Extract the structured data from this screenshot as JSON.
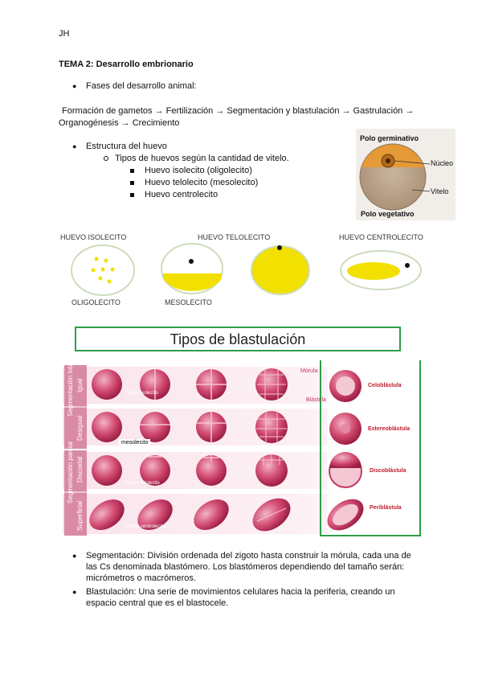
{
  "header": {
    "initials": "JH"
  },
  "topic": {
    "title": "TEMA 2: Desarrollo embrionario"
  },
  "section1": {
    "bullet": "Fases del desarrollo animal:",
    "sequence_line1": "Formación de gametos → Fertilización → Segmentación y blastulación → Gastrulación →",
    "sequence_line2": "Organogénesis → Crecimiento"
  },
  "section2": {
    "bullet": "Estructura del huevo",
    "sub_bullet": "Tipos de huevos según la cantidad de vitelo.",
    "items": [
      "Huevo isolecito (oligolecito)",
      "Huevo telolecito (mesolecito)",
      "Huevo centrolecito"
    ]
  },
  "egg_figure": {
    "top_label": "Polo germinativo",
    "nucleus_label": "Núcleo",
    "yolk_label": "Vitelo",
    "bottom_label": "Polo vegetativo"
  },
  "egg_types": {
    "isolecito": "HUEVO ISOLECITO",
    "telolecito": "HUEVO TELOLECITO",
    "centrolecito": "HUEVO CENTROLECITO",
    "oligolecito": "OLIGOLECITO",
    "mesolecito": "MESOLECITO"
  },
  "blastulation": {
    "title": "Tipos de blastulación",
    "rows": [
      {
        "group": "Segmentación total",
        "sub": "Igual",
        "note": "Huevo isolecito",
        "result": "Celoblástula"
      },
      {
        "group": "",
        "sub": "Desigual",
        "note": "mesolecito",
        "result": "Estereoblástula"
      },
      {
        "group": "Segmentación parcial",
        "sub": "Discoidal",
        "note": "Huevo telolecito",
        "result": "Discoblástula"
      },
      {
        "group": "",
        "sub": "Superficial",
        "note": "Huevo centrolecito",
        "result": "Periblástula"
      }
    ],
    "morula_label": "Mórula",
    "blastula_label": "Blástula",
    "colors": {
      "pink": "#d0486f",
      "dark_pink": "#a8224a",
      "bg": "#f6d9e2",
      "border_green": "#2e9d4a"
    }
  },
  "section3": {
    "bullet1": "Segmentación: División ordenada del zigoto hasta construir la mórula, cada una de las Cs denominada blastómero. Los blastómeros dependiendo del tamaño serán: micrómetros o macrómeros.",
    "bullet2": "Blastulación: Una serie de movimientos celulares hacia la periferia, creando un espacio central que es el blastocele."
  }
}
